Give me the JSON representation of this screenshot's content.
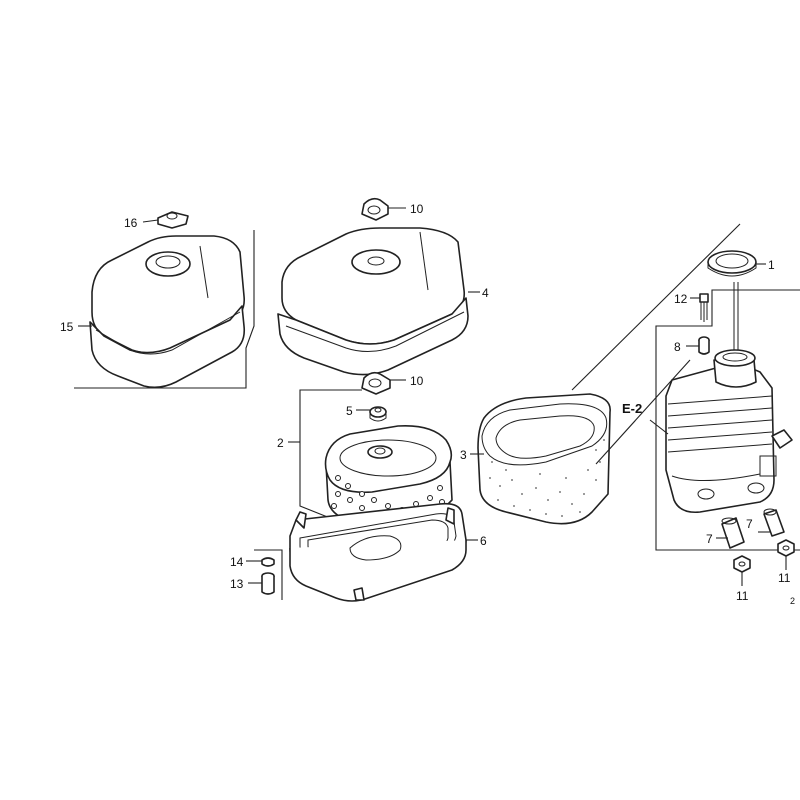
{
  "callouts": {
    "p1": "1",
    "p2": "2",
    "p3": "3",
    "p4": "4",
    "p5": "5",
    "p6": "6",
    "p7a": "7",
    "p7b": "7",
    "p8": "8",
    "p10a": "10",
    "p10b": "10",
    "p11a": "11",
    "p11b": "11",
    "p12": "12",
    "p13": "13",
    "p14": "14",
    "p15": "15",
    "p16": "16"
  },
  "reference": "E-2",
  "corner_mark": "2"
}
